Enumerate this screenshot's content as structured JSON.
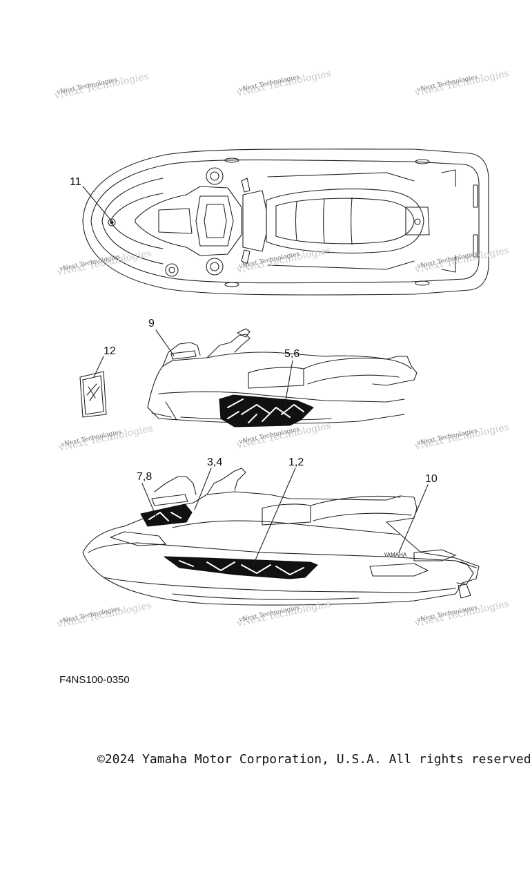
{
  "watermark": {
    "text": "vNext Technologies"
  },
  "callouts": {
    "c11": "11",
    "c9": "9",
    "c12": "12",
    "c56": "5,6",
    "c78": "7,8",
    "c34": "3,4",
    "c12b": "1,2",
    "c10": "10"
  },
  "brand_text": "YAMAHA",
  "part_code": "F4NS100-0350",
  "copyright": "©2024 Yamaha Motor Corporation, U.S.A. All rights reserved."
}
